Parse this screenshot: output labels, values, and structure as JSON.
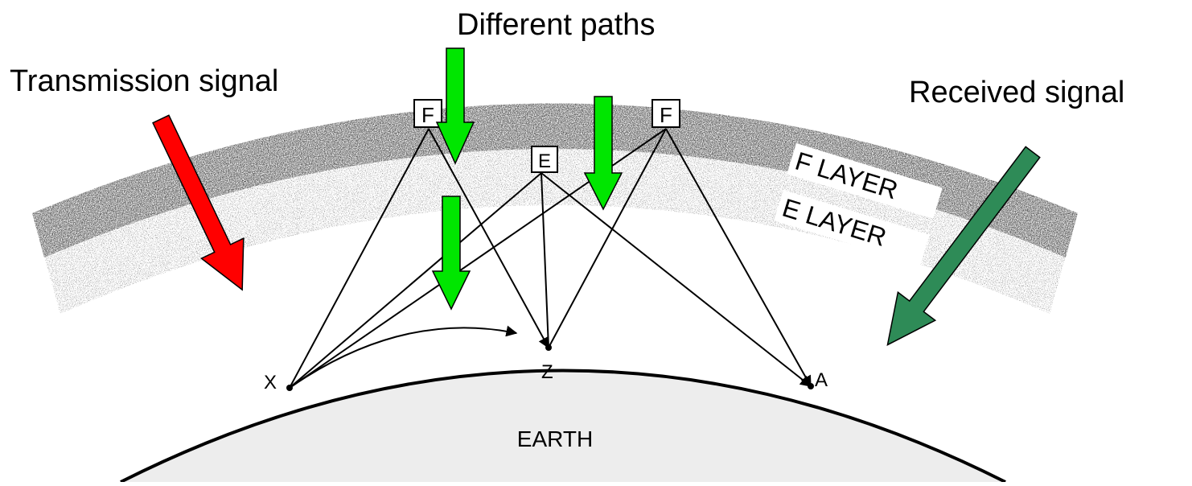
{
  "captions": {
    "different_paths": "Different paths",
    "transmission_signal": "Transmission signal",
    "received_signal": "Received signal"
  },
  "labels": {
    "f_left": "F",
    "f_right": "F",
    "e": "E",
    "f_layer": "F LAYER",
    "e_layer": "E LAYER",
    "point_x": "X",
    "point_z": "Z",
    "point_a": "A",
    "earth": "EARTH"
  },
  "colors": {
    "transmission_arrow": "#ff0000",
    "path_arrows": "#00e600",
    "received_arrow": "#2e8b57",
    "layer": "#111111",
    "earth_fill": "#ededed",
    "line": "#000000"
  }
}
